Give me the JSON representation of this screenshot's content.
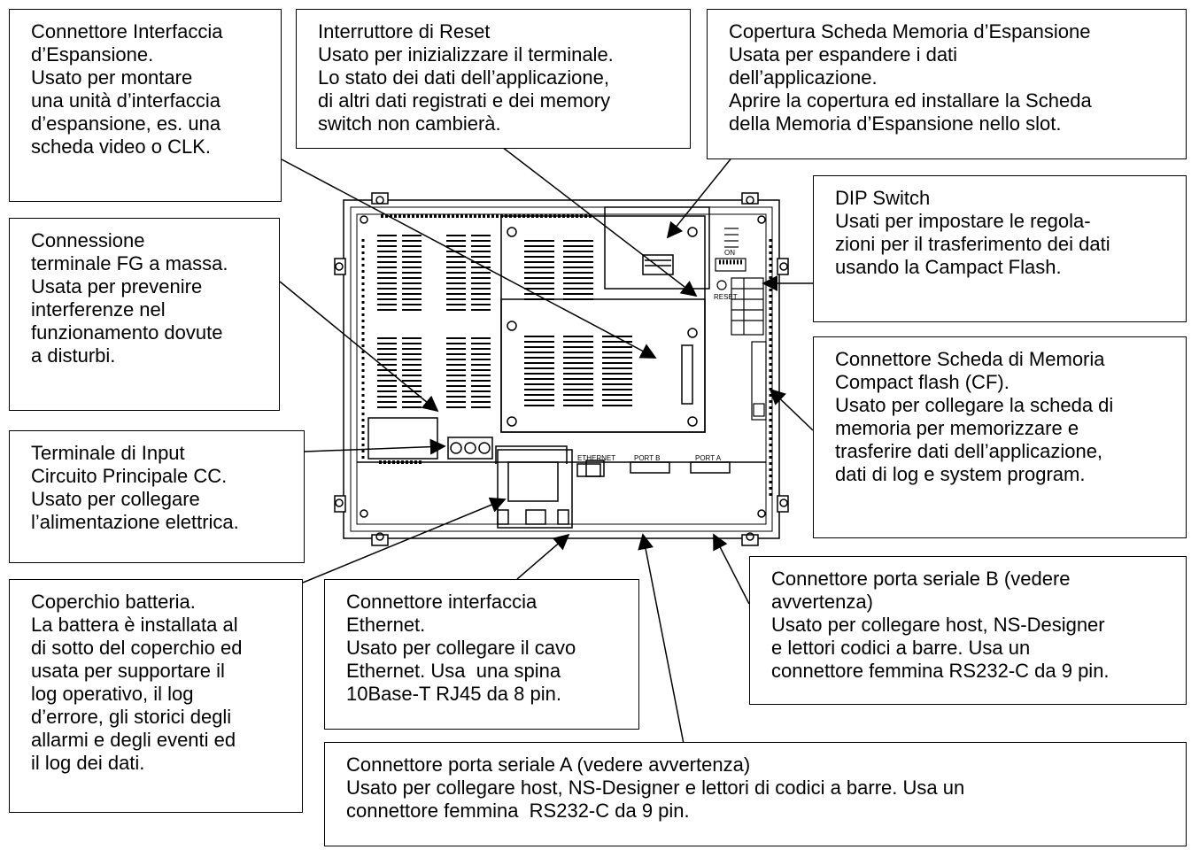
{
  "callouts": {
    "expansion_interface": [
      "Connettore Interfaccia",
      "d’Espansione.",
      "Usato per montare",
      "una unità d’interfaccia",
      "d’espansione, es. una",
      "scheda video o CLK."
    ],
    "reset_switch": [
      "Interruttore di Reset",
      "Usato per inizializzare il terminale.",
      "Lo stato dei dati dell’applicazione,",
      "di altri dati registrati e dei memory",
      "switch non cambierà."
    ],
    "expansion_memory": [
      "Copertura Scheda Memoria d’Espansione",
      "Usata per espandere i dati",
      "dell’applicazione.",
      "Aprire la copertura ed installare la Scheda",
      "della Memoria d’Espansione nello slot."
    ],
    "dip_switch": [
      "DIP Switch",
      "Usati per impostare le regola-",
      "zioni per il trasferimento dei dati",
      "usando la Campact Flash."
    ],
    "fg_terminal": [
      "Connessione",
      "terminale FG a massa.",
      "Usata per prevenire",
      "interferenze nel",
      "funzionamento dovute",
      "a disturbi."
    ],
    "cf_connector": [
      "Connettore Scheda di Memoria",
      "Compact flash (CF).",
      "Usato per collegare la scheda di",
      "memoria per memorizzare e",
      "trasferire dati dell’applicazione,",
      "dati di log e system program."
    ],
    "dc_input": [
      "Terminale di Input",
      "Circuito Principale CC.",
      "Usato per collegare",
      "l’alimentazione elettrica."
    ],
    "battery_cover": [
      "Coperchio batteria.",
      "La battera è installata al",
      "di sotto del coperchio ed",
      "usata per supportare il",
      "log operativo, il log",
      "d’errore, gli storici degli",
      "allarmi e degli eventi ed",
      "il log dei dati."
    ],
    "ethernet": [
      "Connettore interfaccia",
      "Ethernet.",
      "Usato per collegare il cavo",
      "Ethernet. Usa  una spina",
      "10Base-T RJ45 da 8 pin."
    ],
    "serial_b": [
      "Connettore porta seriale B (vedere",
      "avvertenza)",
      "Usato per collegare host, NS-Designer",
      "e lettori codici a barre. Usa un",
      "connettore femmina RS232-C da 9 pin."
    ],
    "serial_a": [
      "Connettore porta seriale A (vedere avvertenza)",
      "Usato per collegare host, NS-Designer e lettori di codici a barre. Usa un",
      "connettore femmina  RS232-C da 9 pin."
    ]
  },
  "device_labels": {
    "ethernet": "ETHERNET",
    "port_b": "PORT B",
    "port_a": "PORT A",
    "reset": "RESET",
    "dip": "ON"
  }
}
